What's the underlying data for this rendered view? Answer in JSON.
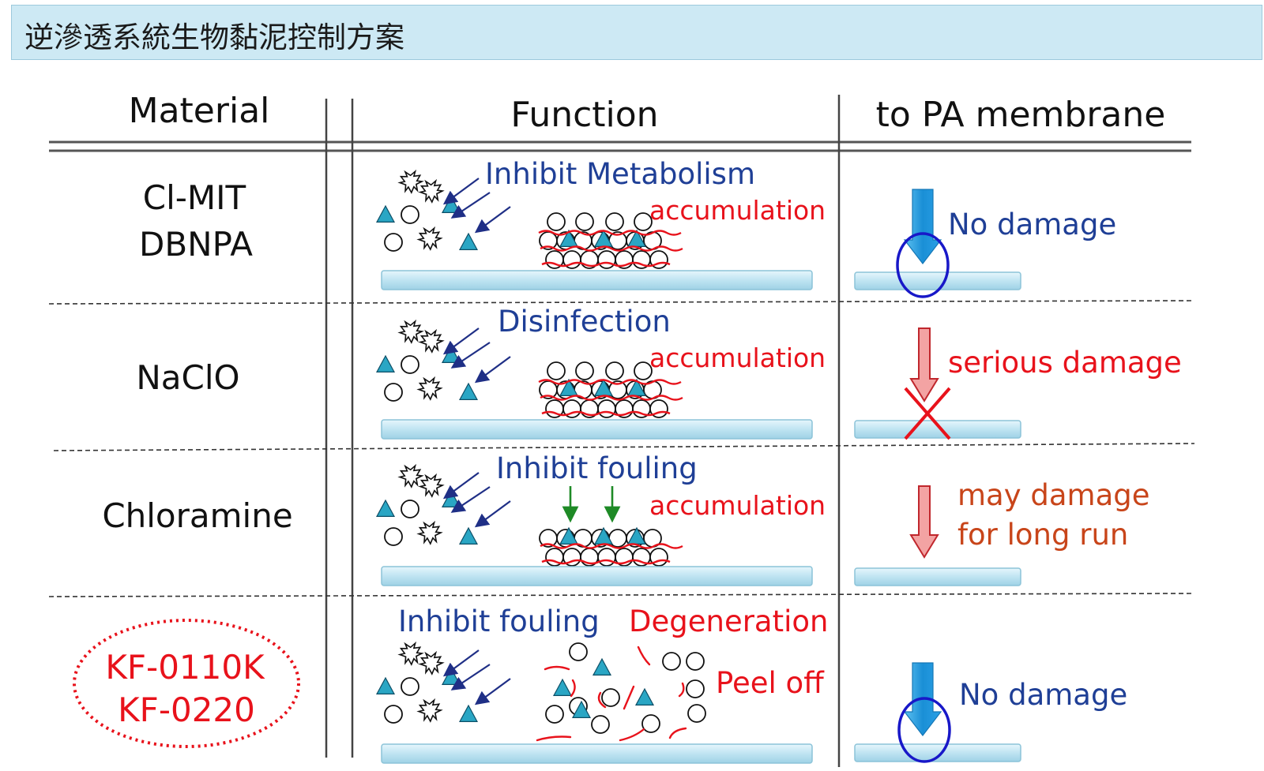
{
  "title": "逆滲透系統生物黏泥控制方案",
  "columns": {
    "material": "Material",
    "function": "Function",
    "effect": "to PA membrane"
  },
  "rows": [
    {
      "materials": [
        "Cl-MIT",
        "DBNPA"
      ],
      "function_label": "Inhibit Metabolism",
      "result_label": "accumulation",
      "effect_label": [
        "No damage"
      ],
      "effect_type": "none"
    },
    {
      "materials": [
        "NaClO"
      ],
      "function_label": "Disinfection",
      "result_label": "accumulation",
      "effect_label": [
        "serious damage"
      ],
      "effect_type": "serious"
    },
    {
      "materials": [
        "Chloramine"
      ],
      "function_label": "Inhibit fouling",
      "result_label": "accumulation",
      "effect_label": [
        "may damage",
        "for long run"
      ],
      "effect_type": "long-run"
    },
    {
      "materials": [
        "KF-0110K",
        "KF-0220"
      ],
      "function_label": "Inhibit fouling",
      "result_label": "Degeneration",
      "result_label_2": "Peel off",
      "effect_label": [
        "No damage"
      ],
      "effect_type": "none"
    }
  ],
  "colors": {
    "membrane": "#bfe4f2",
    "membrane_edge": "#8cc3d8",
    "triangle": "#2aa6c4",
    "blue_text": "#1f3f96",
    "red_text": "#e8121b",
    "orange_text": "#c8451a",
    "arrow_blue": "#1a8fd6",
    "arrow_pink": "#f3a3a3",
    "green_arrow": "#1e8a26"
  }
}
